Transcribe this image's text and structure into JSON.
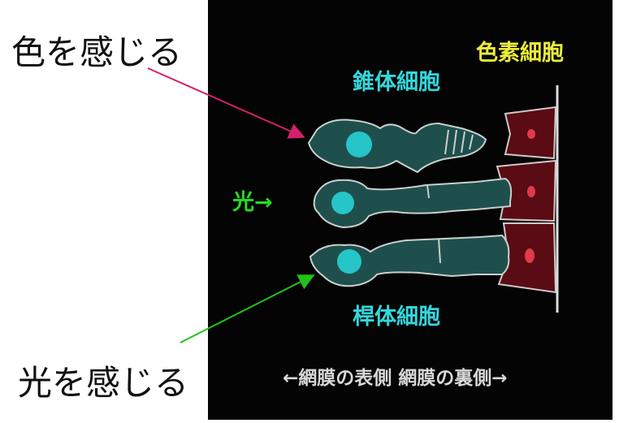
{
  "callouts": {
    "top": "色を感じる",
    "bottom": "光を感じる"
  },
  "panel": {
    "pigment_cell_label": "色素細胞",
    "cone_cell_label": "錐体細胞",
    "rod_cell_label": "桿体細胞",
    "light_label": "光→",
    "bottom_caption": "←網膜の表側 網膜の裏側→"
  },
  "colors": {
    "panel_bg": "#040404",
    "cell_fill": "#1f4f4c",
    "nucleus": "#25c5c8",
    "pigment_fill": "#5a0b14",
    "pigment_nucleus": "#e23a4a",
    "arrow_top": "#d4206b",
    "arrow_bottom": "#22c21a",
    "pigment_text": "#ecec3c",
    "cell_text": "#34d7dc",
    "light_text": "#22dd22",
    "caption_text": "#d8d8d8"
  }
}
